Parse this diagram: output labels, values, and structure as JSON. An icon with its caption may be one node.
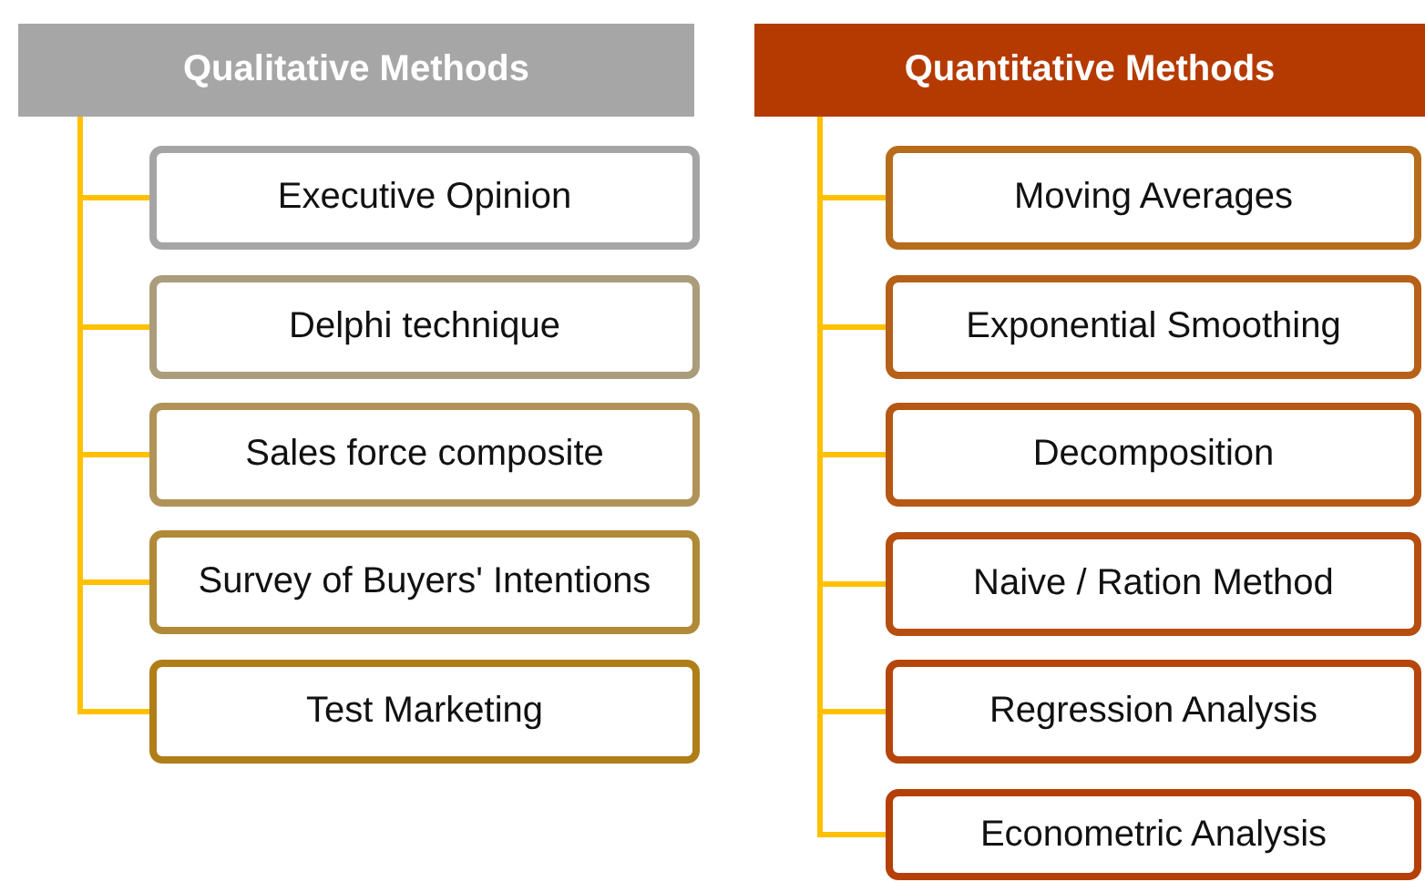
{
  "diagram": {
    "nodes": [
      {
        "text": [
          "Qualitative Methods"
        ]
      },
      {
        "text": [
          "Executive Opinion"
        ]
      },
      {
        "text": [
          "Delphi technique"
        ]
      },
      {
        "text": [
          "Sales force composite"
        ]
      },
      {
        "text": [
          "Survey of Buyers' Intentions"
        ]
      },
      {
        "text": [
          "Test Marketing"
        ]
      },
      {
        "text": [
          "Quantitative Methods"
        ]
      },
      {
        "text": [
          "Moving Averages"
        ]
      },
      {
        "text": [
          "Exponential Smoothing"
        ]
      },
      {
        "text": [
          "Decomposition"
        ]
      },
      {
        "text": [
          "Naive / Ration Method"
        ]
      },
      {
        "text": [
          "Regression Analysis"
        ]
      },
      {
        "text": [
          "Econometric Analysis"
        ]
      }
    ],
    "edges": [
      {
        "from": 0,
        "to": 1,
        "arrow": "none"
      },
      {
        "from": 0,
        "to": 2,
        "arrow": "none"
      },
      {
        "from": 0,
        "to": 3,
        "arrow": "none"
      },
      {
        "from": 0,
        "to": 4,
        "arrow": "none"
      },
      {
        "from": 0,
        "to": 5,
        "arrow": "none"
      },
      {
        "from": 6,
        "to": 7,
        "arrow": "none"
      },
      {
        "from": 6,
        "to": 8,
        "arrow": "none"
      },
      {
        "from": 6,
        "to": 9,
        "arrow": "none"
      },
      {
        "from": 6,
        "to": 10,
        "arrow": "none"
      },
      {
        "from": 6,
        "to": 11,
        "arrow": "none"
      },
      {
        "from": 6,
        "to": 12,
        "arrow": "none"
      }
    ]
  }
}
